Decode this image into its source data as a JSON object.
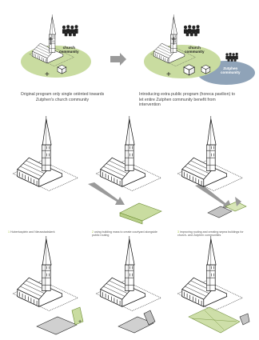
{
  "top": {
    "left_label": "church\ncommunity",
    "right_label_church": "church\ncommunity",
    "right_label_zutphen": "Zutphen\ncommunity",
    "left_caption": "Original program only single oriënted towards Zutphen's church community",
    "right_caption": "Introducing extra public program (horeca pavilion) to let entire Zutphen community benefit from intervention"
  },
  "steps": [
    {
      "num": "1",
      "text": "Hubertusplein and Nieuwstadskerk"
    },
    {
      "num": "2",
      "text": "using building mass to create courtyard alongside public routing"
    },
    {
      "num": "3",
      "text": "improving routing and creating sepea buildings for church- and Zutphen communities"
    }
  ],
  "colors": {
    "green": "#c9dca0",
    "green_dark": "#a8c470",
    "blue": "#8fa3b8",
    "arrow": "#9a9a9a",
    "number": "#9fbf3a"
  }
}
